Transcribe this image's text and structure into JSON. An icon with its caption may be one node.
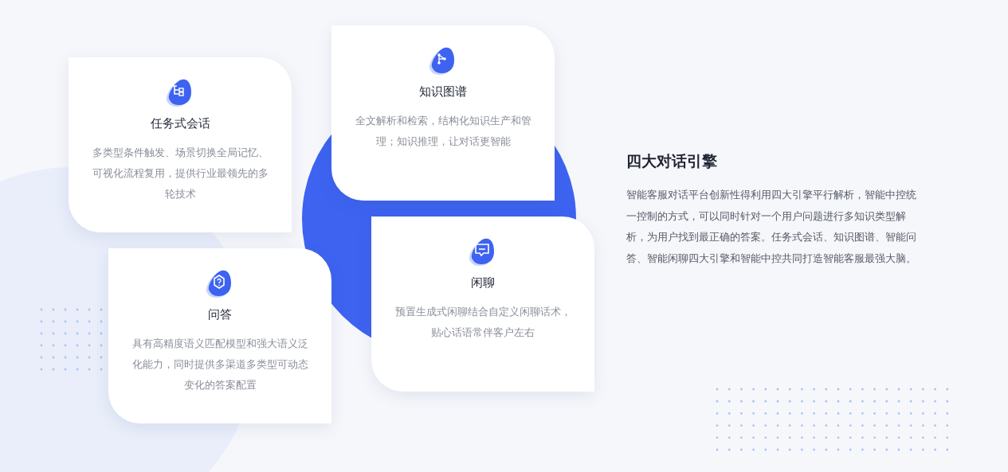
{
  "diagram": {
    "title": "四大对话引擎",
    "nodes": [
      {
        "text": [
          "任务式会话",
          "多类型条件触发、场景切换全局记忆、可视化流程复用，提供行业最领先的多轮技术"
        ]
      },
      {
        "text": [
          "知识图谱",
          "全文解析和检索，结构化知识生产和管理；知识推理，让对话更智能"
        ]
      },
      {
        "text": [
          "问答",
          "具有高精度语义匹配模型和强大语义泛化能力，同时提供多渠道多类型可动态变化的答案配置"
        ]
      },
      {
        "text": [
          "闲聊",
          "预置生成式闲聊结合自定义闲聊话术，贴心话语常伴客户左右"
        ]
      }
    ],
    "edges": [],
    "labels": [
      "智能客服对话平台创新性得利用四大引擎平行解析，智能中控统一控制的方式，可以同时针对一个用户问题进行多知识类型解析，为用户找到最正确的答案。任务式会话、知识图谱、智能问答、智能闲聊四大引擎和智能中控共同打造智能客服最强大脑。"
    ]
  }
}
